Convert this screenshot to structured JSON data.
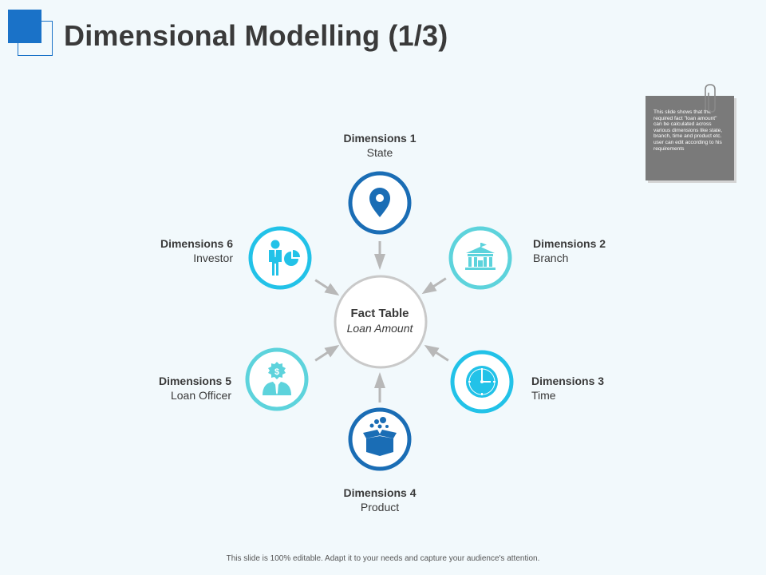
{
  "title": "Dimensional Modelling (1/3)",
  "note": "This slide shows that the required fact \"loan amount\" can be calculated across various dimensions like state, branch, time and product etc. user can edit according to his requirements",
  "center": {
    "title": "Fact Table",
    "subtitle": "Loan Amount"
  },
  "dimensions": [
    {
      "title": "Dimensions 1",
      "subtitle": "State",
      "icon": "location-pin-icon",
      "color": "#1a6db5"
    },
    {
      "title": "Dimensions 2",
      "subtitle": "Branch",
      "icon": "bank-building-icon",
      "color": "#5dd3dc"
    },
    {
      "title": "Dimensions 3",
      "subtitle": "Time",
      "icon": "clock-icon",
      "color": "#22c2e8"
    },
    {
      "title": "Dimensions 4",
      "subtitle": "Product",
      "icon": "box-icon",
      "color": "#1a6db5"
    },
    {
      "title": "Dimensions 5",
      "subtitle": "Loan Officer",
      "icon": "loan-officer-icon",
      "color": "#5dd3dc"
    },
    {
      "title": "Dimensions 6",
      "subtitle": "Investor",
      "icon": "investor-icon",
      "color": "#22c2e8"
    }
  ],
  "footer": "This slide is 100% editable. Adapt it to your needs and capture your audience's attention.",
  "colors": {
    "accent": "#1a72c8",
    "arrow": "#b8b8b8",
    "center_ring": "#c9c9c9"
  }
}
